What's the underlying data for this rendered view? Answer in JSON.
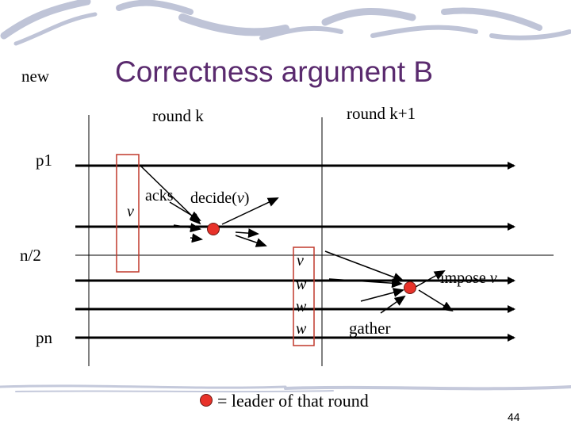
{
  "slide": {
    "title": "Correctness argument B",
    "tag": "new",
    "page_number": "44"
  },
  "rounds": {
    "left_label": "round k",
    "right_label": "round k+1"
  },
  "processes": {
    "top": "p1",
    "middle": "n/2",
    "bottom": "pn"
  },
  "annotations": {
    "v_left": "v",
    "acks": "acks",
    "decide_prefix": "decide(",
    "decide_value": "v",
    "decide_suffix": ")",
    "column_values": [
      "v",
      "w",
      "w",
      "w"
    ],
    "gather": "gather",
    "impose_prefix": "impose ",
    "impose_value": "v"
  },
  "legend": {
    "text": "= leader of that round"
  },
  "colors": {
    "title": "#5a2a6e",
    "leader_dot": "#e8322a",
    "highlight_box": "#c0392b",
    "arrow": "#000000"
  }
}
